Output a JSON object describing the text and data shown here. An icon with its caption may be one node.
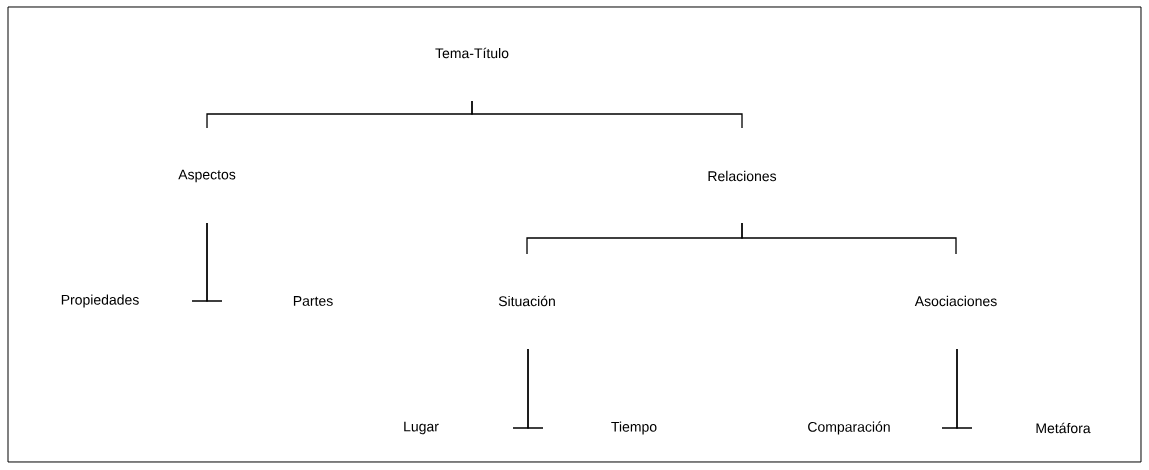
{
  "diagram": {
    "nodes": [
      {
        "text": [
          "Tema-Título"
        ]
      },
      {
        "text": [
          "Aspectos"
        ]
      },
      {
        "text": [
          "Relaciones"
        ]
      },
      {
        "text": [
          "Propiedades"
        ]
      },
      {
        "text": [
          "Partes"
        ]
      },
      {
        "text": [
          "Situación"
        ]
      },
      {
        "text": [
          "Asociaciones"
        ]
      },
      {
        "text": [
          "Lugar"
        ]
      },
      {
        "text": [
          "Tiempo"
        ]
      },
      {
        "text": [
          "Comparación"
        ]
      },
      {
        "text": [
          "Metáfora"
        ]
      }
    ],
    "edges": [
      {
        "from": 0,
        "to": 1,
        "arrow": "none"
      },
      {
        "from": 0,
        "to": 2,
        "arrow": "none"
      },
      {
        "from": 1,
        "to": 3,
        "arrow": "none"
      },
      {
        "from": 1,
        "to": 4,
        "arrow": "none"
      },
      {
        "from": 2,
        "to": 5,
        "arrow": "none"
      },
      {
        "from": 2,
        "to": 6,
        "arrow": "none"
      },
      {
        "from": 5,
        "to": 7,
        "arrow": "none"
      },
      {
        "from": 5,
        "to": 8,
        "arrow": "none"
      },
      {
        "from": 6,
        "to": 9,
        "arrow": "none"
      },
      {
        "from": 6,
        "to": 10,
        "arrow": "none"
      }
    ]
  }
}
